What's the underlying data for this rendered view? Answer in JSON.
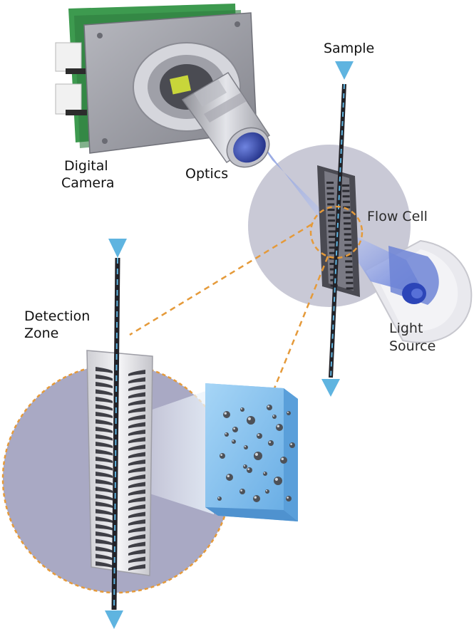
{
  "labels": {
    "sample": "Sample",
    "digital_camera": [
      "Digital",
      "Camera"
    ],
    "optics": "Optics",
    "flow_cell": "Flow Cell",
    "light_source": [
      "Light",
      "Source"
    ],
    "detection_zone": [
      "Detection",
      "Zone"
    ]
  },
  "colors": {
    "flow_arrow": "#5fb4e0",
    "callout_dash": "#e59a3a",
    "inset_disc": "#a9a9c4",
    "flow_cell_disc": "#c9c9d6",
    "camera_plate": "#9b9ca3",
    "circuit_board": "#3d9a4f",
    "lens_blue": "#2a3e9e",
    "sample_volume": "#8cc6ee",
    "light_cone": "#a9b8e8"
  }
}
